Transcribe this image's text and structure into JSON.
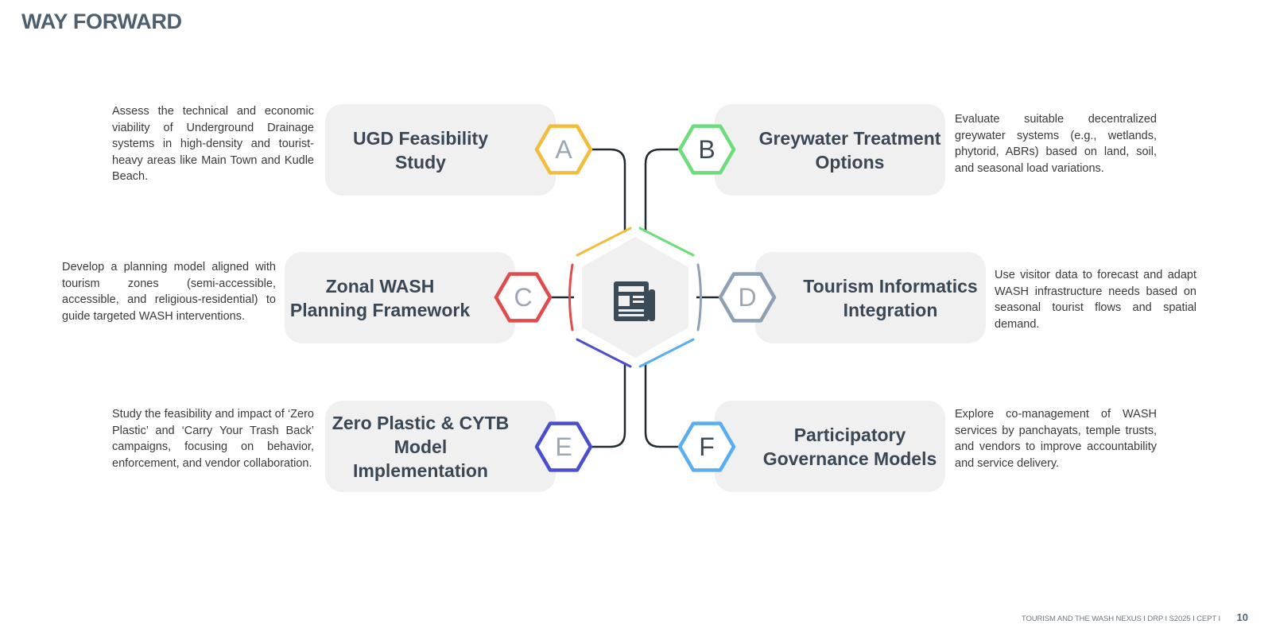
{
  "slide": {
    "title": "WAY FORWARD",
    "footer": "TOURISM AND THE WASH NEXUS I DRP I S2025 I CEPT I",
    "page_number": "10"
  },
  "center": {
    "icon": "newspaper-icon"
  },
  "items": [
    {
      "letter": "A",
      "title": "UGD Feasibility Study",
      "color": "#f2bd3c",
      "description": "Assess the technical and economic viability of Underground Drainage systems in high-density and tourist-heavy areas like Main Town and Kudle Beach."
    },
    {
      "letter": "B",
      "title": "Greywater Treatment Options",
      "color": "#6ddc7a",
      "description": "Evaluate suitable decentralized greywater systems (e.g., wetlands, phytorid, ABRs) based on land, soil, and seasonal load variations."
    },
    {
      "letter": "C",
      "title": "Zonal WASH Planning Framework",
      "color": "#e04b4b",
      "description": "Develop a planning model aligned with tourism zones (semi-accessible, accessible, and religious-residential) to guide targeted WASH interventions."
    },
    {
      "letter": "D",
      "title": "Tourism Informatics Integration",
      "color": "#8ea0b4",
      "description": "Use visitor data to forecast and adapt WASH infrastructure needs based on seasonal tourist flows and spatial demand."
    },
    {
      "letter": "E",
      "title": "Zero Plastic & CYTB Model Implementation",
      "color": "#4a4fd0",
      "description": "Study the feasibility and impact of ‘Zero Plastic’ and ‘Carry Your Trash Back’ campaigns, focusing on behavior, enforcement, and vendor collaboration."
    },
    {
      "letter": "F",
      "title": "Participatory Governance Models",
      "color": "#5aaef0",
      "description": "Explore co-management of WASH services by panchayats, temple trusts, and vendors to improve accountability and service delivery."
    }
  ]
}
